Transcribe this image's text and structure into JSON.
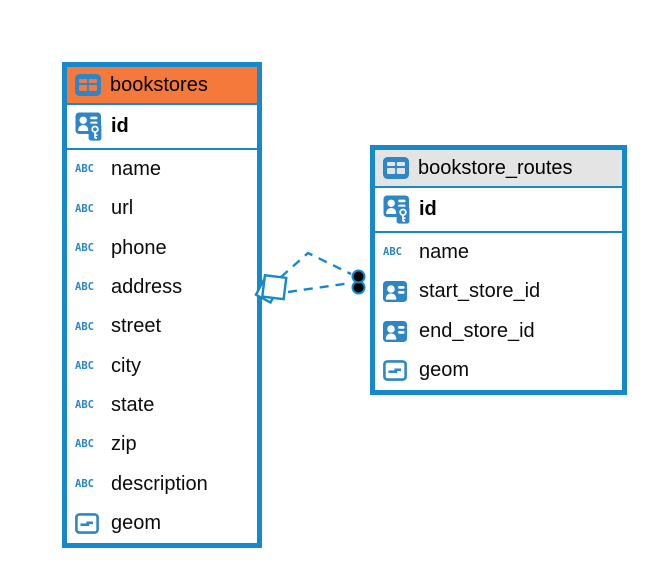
{
  "colors": {
    "accent_blue": "#1789CA",
    "icon_blue": "#2E86C8",
    "selected_header_orange": "#F5793B",
    "header_gray": "#E4E4E4",
    "canvas_bg": "#FFFFFF",
    "text": "#0B0B0B"
  },
  "icons": {
    "text_type_label": "ABC"
  },
  "tables": [
    {
      "name": "bookstores",
      "header_style": "orange-selected",
      "primary_key": {
        "name": "id"
      },
      "columns": [
        {
          "name": "name",
          "type": "text"
        },
        {
          "name": "url",
          "type": "text"
        },
        {
          "name": "phone",
          "type": "text"
        },
        {
          "name": "address",
          "type": "text"
        },
        {
          "name": "street",
          "type": "text"
        },
        {
          "name": "city",
          "type": "text"
        },
        {
          "name": "state",
          "type": "text"
        },
        {
          "name": "zip",
          "type": "text"
        },
        {
          "name": "description",
          "type": "text"
        },
        {
          "name": "geom",
          "type": "geometry"
        }
      ]
    },
    {
      "name": "bookstore_routes",
      "header_style": "gray",
      "primary_key": {
        "name": "id"
      },
      "columns": [
        {
          "name": "name",
          "type": "text"
        },
        {
          "name": "start_store_id",
          "type": "reference"
        },
        {
          "name": "end_store_id",
          "type": "reference"
        },
        {
          "name": "geom",
          "type": "geometry"
        }
      ]
    }
  ],
  "relationships": [
    {
      "from_table": "bookstore_routes",
      "to_table": "bookstores",
      "style": "dashed"
    },
    {
      "from_table": "bookstore_routes",
      "to_table": "bookstores",
      "style": "dashed"
    }
  ]
}
